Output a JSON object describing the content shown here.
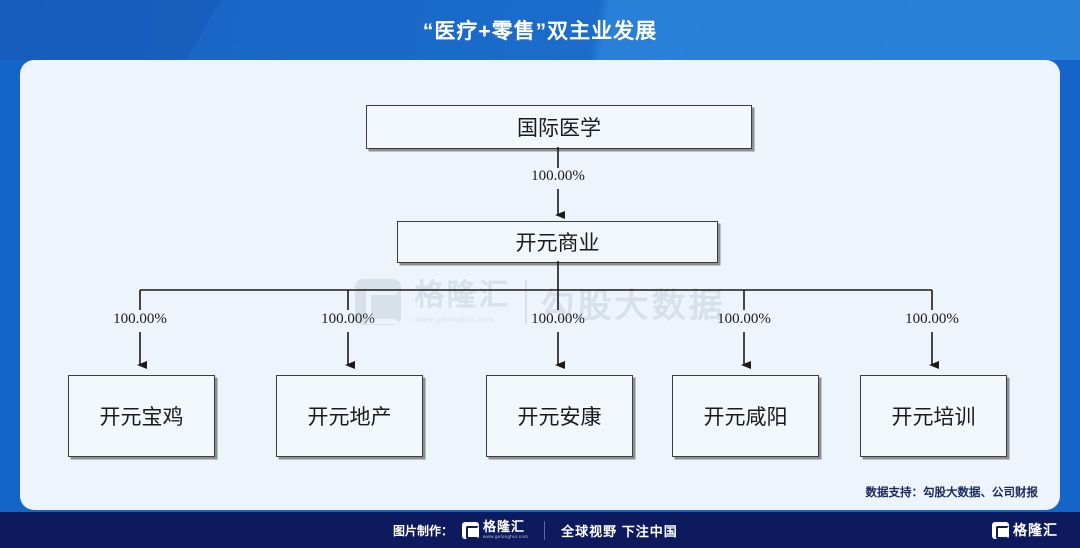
{
  "header": {
    "title": "“医疗+零售”双主业发展",
    "bg_color": "#1863c4",
    "text_color": "#ffffff"
  },
  "card": {
    "bg_color": "#edf4fb"
  },
  "watermark": {
    "brand": "格隆汇",
    "url": "www.gelonghui.com",
    "sub": "勾股大数据"
  },
  "chart_data": {
    "type": "diagram",
    "title": "“医疗+零售”双主业发展",
    "layout": "org-tree",
    "nodes": [
      {
        "id": "root",
        "label": "国际医学",
        "level": 0
      },
      {
        "id": "mid",
        "label": "开元商业",
        "level": 1
      },
      {
        "id": "s1",
        "label": "开元宝鸡",
        "level": 2
      },
      {
        "id": "s2",
        "label": "开元地产",
        "level": 2
      },
      {
        "id": "s3",
        "label": "开元安康",
        "level": 2
      },
      {
        "id": "s4",
        "label": "开元咸阳",
        "level": 2
      },
      {
        "id": "s5",
        "label": "开元培训",
        "level": 2
      }
    ],
    "edges": [
      {
        "from": "root",
        "to": "mid",
        "label": "100.00%"
      },
      {
        "from": "mid",
        "to": "s1",
        "label": "100.00%"
      },
      {
        "from": "mid",
        "to": "s2",
        "label": "100.00%"
      },
      {
        "from": "mid",
        "to": "s3",
        "label": "100.00%"
      },
      {
        "from": "mid",
        "to": "s4",
        "label": "100.00%"
      },
      {
        "from": "mid",
        "to": "s5",
        "label": "100.00%"
      }
    ]
  },
  "source_note": "数据支持：勾股大数据、公司财报",
  "footer": {
    "credit_label": "图片制作：",
    "logo_text": "格隆汇",
    "logo_url": "www.gelonghui.com",
    "slogan": "全球视野 下注中国",
    "right_logo_text": "格隆汇",
    "bg_color": "#0d1a5e"
  }
}
